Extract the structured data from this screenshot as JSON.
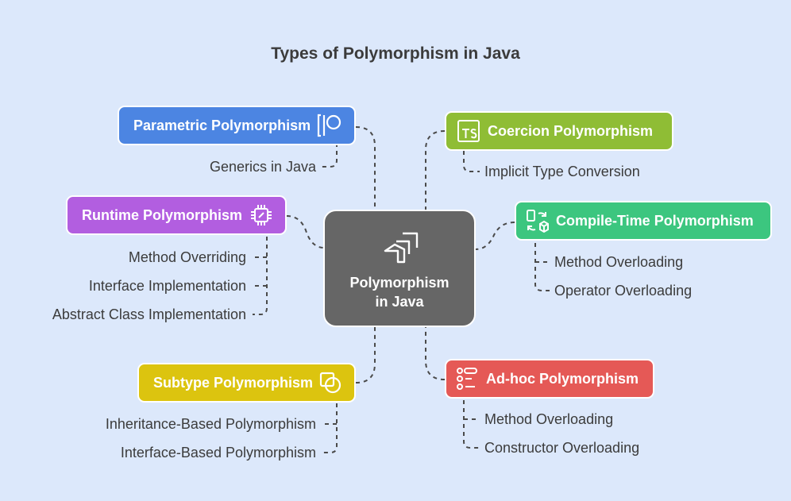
{
  "title": "Types of Polymorphism in Java",
  "center": {
    "line1": "Polymorphism",
    "line2": "in Java",
    "icon": "stairs-arrow-icon"
  },
  "colors": {
    "background": "#dce8fb",
    "parametric": "#4c85e2",
    "runtime": "#b25ee0",
    "subtype": "#dcc40f",
    "coercion": "#8fbd35",
    "compile_time": "#3cc67f",
    "adhoc": "#e55956",
    "center": "#666666"
  },
  "categories": {
    "parametric": {
      "label": "Parametric Polymorphism",
      "icon": "bracket-circle-icon",
      "items": [
        "Generics in Java"
      ]
    },
    "runtime": {
      "label": "Runtime Polymorphism",
      "icon": "chip-icon",
      "items": [
        "Method Overriding",
        "Interface Implementation",
        "Abstract Class Implementation"
      ]
    },
    "subtype": {
      "label": "Subtype Polymorphism",
      "icon": "overlap-shapes-icon",
      "items": [
        "Inheritance-Based Polymorphism",
        "Interface-Based Polymorphism"
      ]
    },
    "coercion": {
      "label": "Coercion Polymorphism",
      "icon": "typescript-icon",
      "items": [
        "Implicit Type Conversion"
      ]
    },
    "compile_time": {
      "label": "Compile-Time Polymorphism",
      "icon": "transform-icon",
      "items": [
        "Method Overloading",
        "Operator Overloading"
      ]
    },
    "adhoc": {
      "label": "Ad-hoc Polymorphism",
      "icon": "list-icon",
      "items": [
        "Method Overloading",
        "Constructor Overloading"
      ]
    }
  }
}
